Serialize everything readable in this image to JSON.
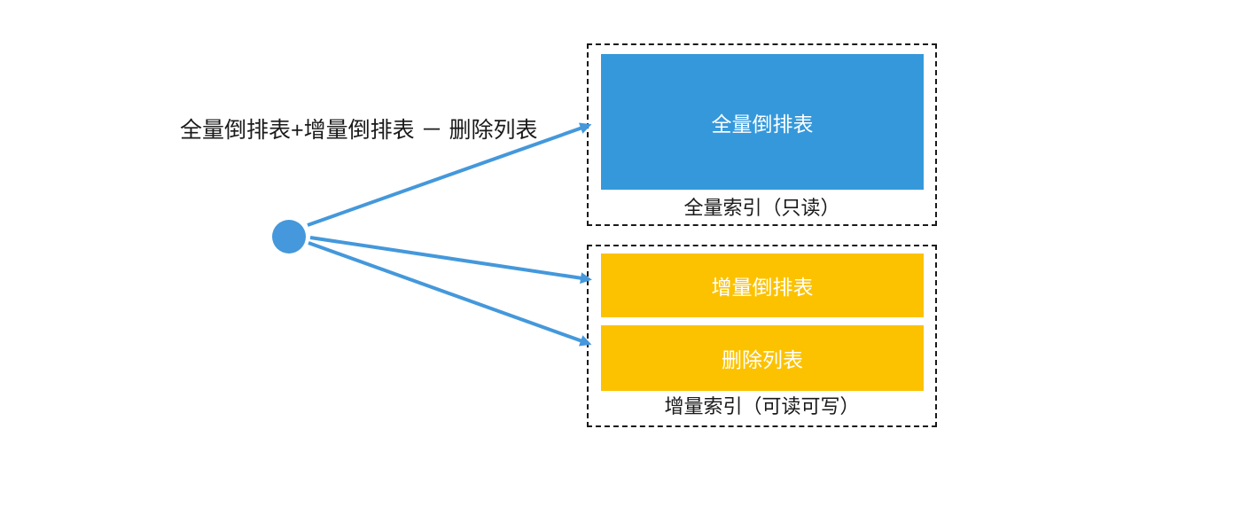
{
  "formula": "全量倒排表+增量倒排表 － 删除列表",
  "full_index": {
    "block": "全量倒排表",
    "caption": "全量索引（只读）"
  },
  "incremental_index": {
    "blocks": [
      "增量倒排表",
      "删除列表"
    ],
    "caption": "增量索引（可读可写）"
  },
  "colors": {
    "blue_block": "#3598db",
    "yellow_block": "#fcc200",
    "arrow_blue": "#4498db",
    "text_dark": "#1a1a1a",
    "block_label_white": "#ffffff"
  }
}
